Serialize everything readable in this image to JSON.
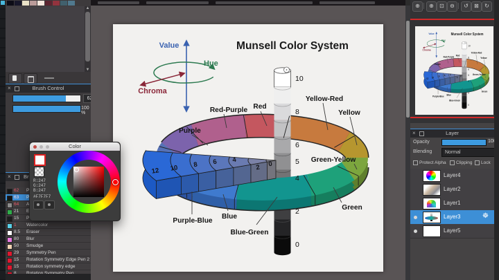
{
  "palette": {
    "swatches": [
      "#0c0c16",
      "#17172a",
      "#eae2c8",
      "#bb9c9a",
      "#f6e7dd",
      "#5c2430",
      "#93333e",
      "#41606d",
      "#50798e"
    ]
  },
  "brush_control": {
    "title": "Brush Control",
    "size_value": "62",
    "opacity_value": "100 %"
  },
  "brush_panel": {
    "title": "Brush",
    "rows": [
      {
        "num": "62",
        "name": "Pe",
        "swatch": "#161616"
      },
      {
        "num": "63",
        "name": "Pe",
        "swatch": "#161616"
      },
      {
        "num": "64",
        "name": "Air",
        "swatch": "#8d8d8d"
      },
      {
        "num": "21",
        "name": "Ed",
        "swatch": "#2fae4a"
      },
      {
        "num": "15",
        "name": "Pe",
        "swatch": "#1c1c1c"
      },
      {
        "num": "1",
        "name": "Watercolor",
        "swatch": "#5ad0e8"
      },
      {
        "num": "8.5",
        "name": "Eraser",
        "swatch": "#ffffff"
      },
      {
        "num": "80",
        "name": "Blur",
        "swatch": "#e87ae0"
      },
      {
        "num": "50",
        "name": "Smudge",
        "swatch": "#f2d4b4"
      },
      {
        "num": "29",
        "name": "Symmetry Pen",
        "swatch": "#e01830"
      },
      {
        "num": "15",
        "name": "Rotation Symmetry Edge Pen 2",
        "swatch": "#e01830"
      },
      {
        "num": "15",
        "name": "Rotation symmetry edge",
        "swatch": "#e01830"
      },
      {
        "num": "8",
        "name": "Rotation Symmetry Pen",
        "swatch": "#e01830"
      }
    ]
  },
  "color_window": {
    "title": "Color",
    "r_label": "R:247",
    "g_label": "G:247",
    "b_label": "B:247",
    "hex": "#F7F7F7"
  },
  "canvas": {
    "title": "Munsell Color System",
    "axis_value": "Value",
    "axis_hue": "Hue",
    "axis_chroma": "Chroma",
    "labels": {
      "red": "Red",
      "red_purple": "Red-Purple",
      "purple": "Purple",
      "purple_blue": "Purple-Blue",
      "blue": "Blue",
      "blue_green": "Blue-Green",
      "green": "Green",
      "green_yellow": "Green-Yellow",
      "yellow": "Yellow",
      "yellow_red": "Yellow-Red"
    },
    "value_ticks": [
      "10",
      "8",
      "6",
      "5",
      "4",
      "2",
      "0"
    ],
    "chroma_ticks": [
      "12",
      "10",
      "8",
      "6",
      "4",
      "2",
      "0"
    ],
    "ring_colors": {
      "red": "#c4575f",
      "red_purple": "#b0608d",
      "purple": "#7c63ac",
      "purple_blue": "#3a6cc8",
      "blue": "#3f7ace",
      "blue_green": "#12958f",
      "green": "#1ea17a",
      "green_yellow": "#7ca63e",
      "yellow": "#b6962f",
      "yellow_red": "#c77a3e"
    }
  },
  "navigator": {
    "toolbar": [
      {
        "glyph": "⊕"
      },
      {
        "glyph": "⊕"
      },
      {
        "glyph": "⊡"
      },
      {
        "glyph": "⊖"
      },
      {
        "glyph": "↺"
      },
      {
        "glyph": "⊠"
      },
      {
        "glyph": "↻"
      }
    ]
  },
  "layer_panel": {
    "title": "Layer",
    "opacity_label": "Opacity",
    "opacity_value": "100",
    "blending_label": "Blending",
    "blending_value": "Normal",
    "protect_alpha": "Protect Alpha",
    "clipping": "Clipping",
    "lock": "Lock",
    "gear_glyph": "☸",
    "layers": [
      {
        "name": "Layer4"
      },
      {
        "name": "Layer2"
      },
      {
        "name": "Layer1"
      },
      {
        "name": "Layer3"
      },
      {
        "name": "Layer5"
      }
    ]
  }
}
